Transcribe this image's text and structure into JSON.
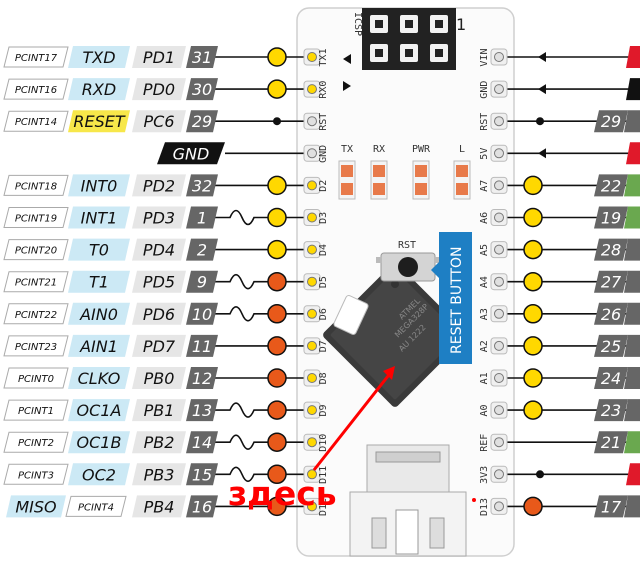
{
  "left_pins": [
    {
      "pcint": "PCINT17",
      "func": "TXD",
      "func_color": "#cce9f5",
      "port": "PD1",
      "num": "31",
      "hole": "yellow",
      "dot": "yellow",
      "line": "straight"
    },
    {
      "pcint": "PCINT16",
      "func": "RXD",
      "func_color": "#cce9f5",
      "port": "PD0",
      "num": "30",
      "hole": "yellow",
      "dot": "yellow",
      "line": "straight"
    },
    {
      "pcint": "PCINT14",
      "func": "RESET",
      "func_color": "#f7e74a",
      "port": "PC6",
      "num": "29",
      "hole": "plain",
      "dot": "black",
      "line": "straight"
    },
    {
      "pcint": "",
      "func": "GND",
      "func_color": "#111111",
      "port": "",
      "num": "",
      "hole": "plain",
      "dot": "none",
      "line": "straight"
    },
    {
      "pcint": "PCINT18",
      "func": "INT0",
      "func_color": "#cce9f5",
      "port": "PD2",
      "num": "32",
      "hole": "yellow",
      "dot": "yellow",
      "line": "straight"
    },
    {
      "pcint": "PCINT19",
      "func": "INT1",
      "func_color": "#cce9f5",
      "port": "PD3",
      "num": "1",
      "hole": "yellow",
      "dot": "yellow",
      "line": "wave"
    },
    {
      "pcint": "PCINT20",
      "func": "T0",
      "func_color": "#cce9f5",
      "port": "PD4",
      "num": "2",
      "hole": "yellow",
      "dot": "yellow",
      "line": "straight"
    },
    {
      "pcint": "PCINT21",
      "func": "T1",
      "func_color": "#cce9f5",
      "port": "PD5",
      "num": "9",
      "hole": "yellow",
      "dot": "orange",
      "line": "wave"
    },
    {
      "pcint": "PCINT22",
      "func": "AIN0",
      "func_color": "#cce9f5",
      "port": "PD6",
      "num": "10",
      "hole": "yellow",
      "dot": "orange",
      "line": "wave"
    },
    {
      "pcint": "PCINT23",
      "func": "AIN1",
      "func_color": "#cce9f5",
      "port": "PD7",
      "num": "11",
      "hole": "yellow",
      "dot": "orange",
      "line": "straight"
    },
    {
      "pcint": "PCINT0",
      "func": "CLKO",
      "func_color": "#cce9f5",
      "port": "PB0",
      "num": "12",
      "hole": "yellow",
      "dot": "orange",
      "line": "straight"
    },
    {
      "pcint": "PCINT1",
      "func": "OC1A",
      "func_color": "#cce9f5",
      "port": "PB1",
      "num": "13",
      "hole": "yellow",
      "dot": "orange",
      "line": "wave"
    },
    {
      "pcint": "PCINT2",
      "func": "OC1B",
      "func_color": "#cce9f5",
      "port": "PB2",
      "num": "14",
      "hole": "yellow",
      "dot": "orange",
      "line": "wave"
    },
    {
      "pcint": "PCINT3",
      "func": "OC2",
      "func_color": "#cce9f5",
      "port": "PB3",
      "num": "15",
      "hole": "yellow",
      "dot": "orange",
      "line": "wave"
    },
    {
      "pcint": "PCINT4",
      "func": "MISO",
      "func_color": "#cce9f5",
      "port": "PB4",
      "num": "16",
      "hole": "yellow",
      "dot": "orange",
      "line": "straight",
      "swapped": true
    }
  ],
  "right_pins": [
    {
      "num": "",
      "dot": "none",
      "color": "#e0192a"
    },
    {
      "num": "",
      "dot": "none",
      "color": "#111111"
    },
    {
      "num": "29",
      "dot": "black",
      "color": "#666666"
    },
    {
      "num": "",
      "dot": "none",
      "color": "#e0192a"
    },
    {
      "num": "22",
      "dot": "yellow",
      "color": "#666666",
      "tag_color": "#6aa84f"
    },
    {
      "num": "19",
      "dot": "yellow",
      "color": "#666666",
      "tag_color": "#6aa84f"
    },
    {
      "num": "28",
      "dot": "yellow",
      "color": "#666666"
    },
    {
      "num": "27",
      "dot": "yellow",
      "color": "#666666"
    },
    {
      "num": "26",
      "dot": "yellow",
      "color": "#666666"
    },
    {
      "num": "25",
      "dot": "yellow",
      "color": "#666666"
    },
    {
      "num": "24",
      "dot": "yellow",
      "color": "#666666"
    },
    {
      "num": "23",
      "dot": "yellow",
      "color": "#666666"
    },
    {
      "num": "21",
      "dot": "none",
      "color": "#666666",
      "tag_color": "#6aa84f"
    },
    {
      "num": "",
      "dot": "black",
      "color": "#e0192a"
    },
    {
      "num": "17",
      "dot": "orange",
      "color": "#666666"
    }
  ],
  "board": {
    "icsp_label": "ICSP",
    "icsp_pin1": "1",
    "left_labels": [
      "TX1",
      "RX0",
      "RST",
      "GND",
      "D2",
      "D3",
      "D4",
      "D5",
      "D6",
      "D7",
      "D8",
      "D9",
      "D10",
      "D11",
      "D12"
    ],
    "right_labels": [
      "VIN",
      "GND",
      "RST",
      "5V",
      "A7",
      "A6",
      "A5",
      "A4",
      "A3",
      "A2",
      "A1",
      "A0",
      "REF",
      "3V3",
      "D13"
    ],
    "led_labels": [
      "TX",
      "RX",
      "PWR",
      "L"
    ],
    "rst_label": "RST",
    "reset_banner": "RESET BUTTON",
    "chip_text": [
      "ATMEL",
      "MEGA328P",
      "AU 1222"
    ]
  },
  "annotation": {
    "text": "здесь",
    "color": "#ff0000"
  },
  "colors": {
    "yellow": "#ffd800",
    "orange": "#e8591a",
    "dark_num": "#666666",
    "board_bg": "#fbfbfb",
    "blue_banner": "#1e7fc4"
  }
}
